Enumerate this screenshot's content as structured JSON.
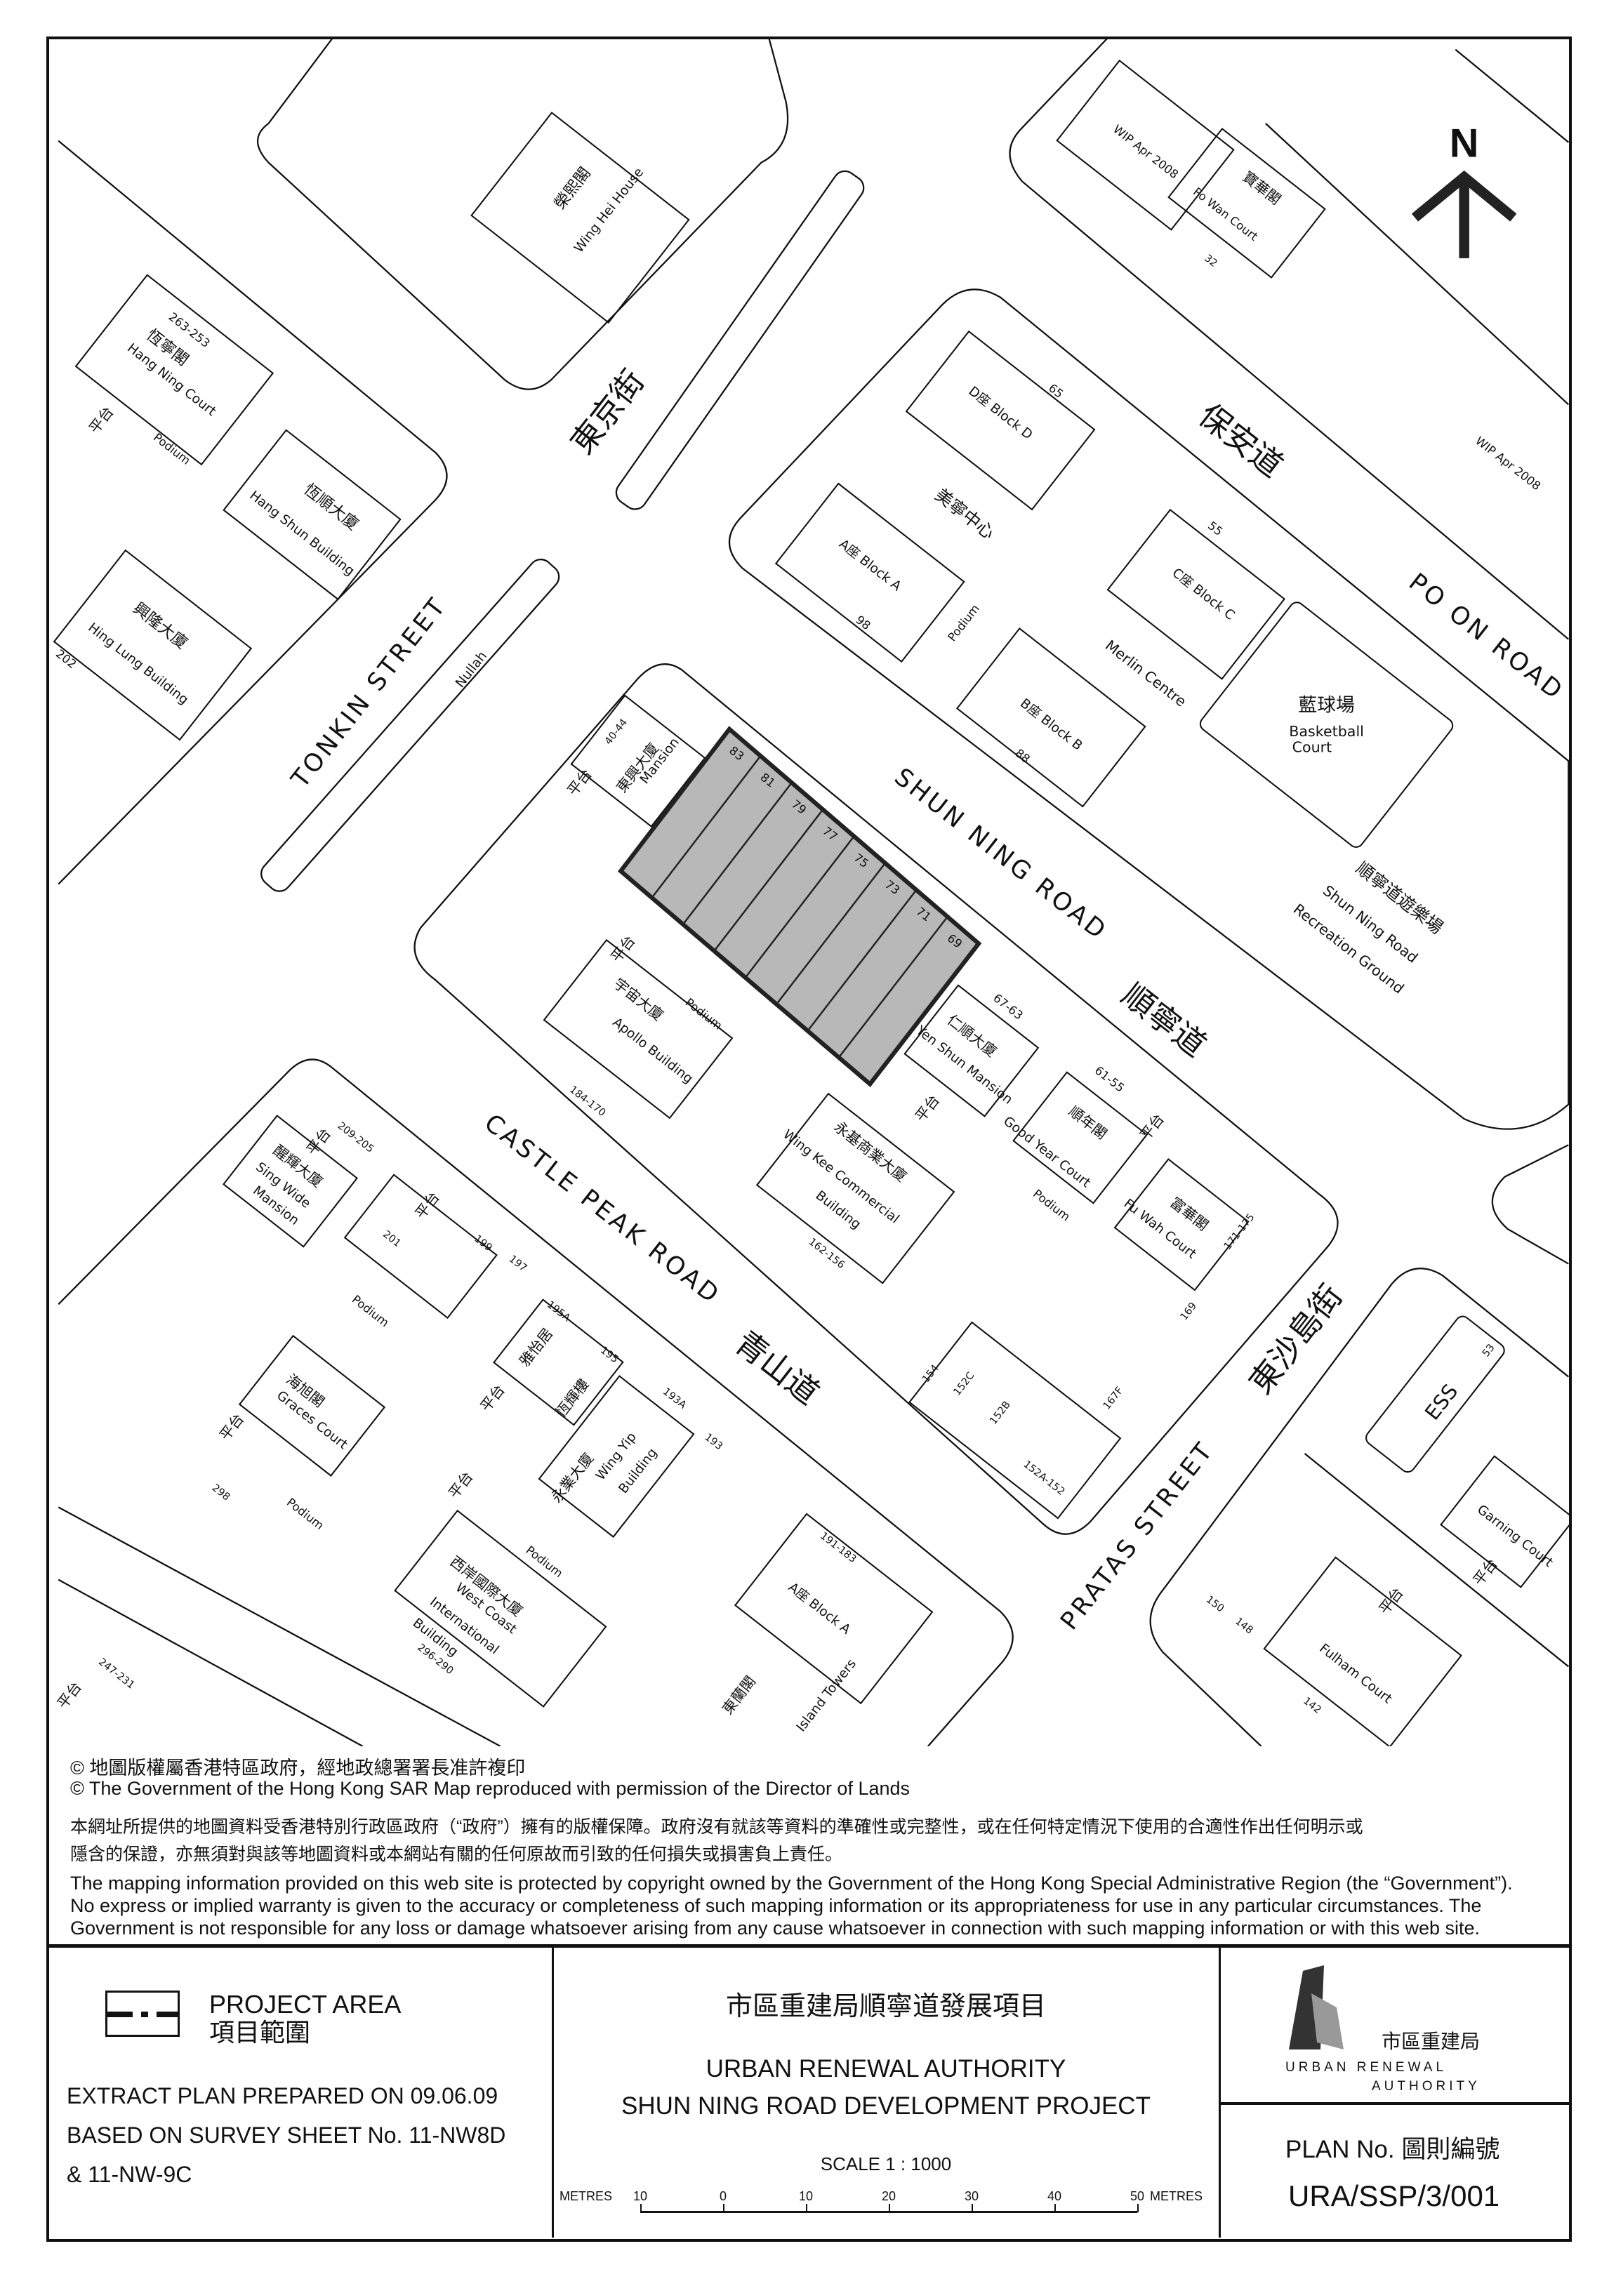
{
  "map": {
    "north_label": "N",
    "streets": {
      "shun_ning_en": "SHUN NING ROAD",
      "shun_ning_zh": "順寧道",
      "castle_peak_en": "CASTLE PEAK ROAD",
      "castle_peak_zh": "青山道",
      "tonkin_en": "TONKIN STREET",
      "tonkin_zh": "東京街",
      "po_on_en": "PO ON ROAD",
      "po_on_zh": "保安道",
      "pratas_en": "PRATAS STREET",
      "pratas_zh": "東沙島街",
      "nullah": "Nullah"
    },
    "project_lots": [
      "83",
      "81",
      "79",
      "77",
      "75",
      "73",
      "71",
      "69"
    ],
    "labels": [
      "榮熙閣",
      "Wing Hei House",
      "263-253",
      "恆寧閣",
      "Hang Ning Court",
      "平台",
      "Podium",
      "恆順大廈",
      "Hang Shun Building",
      "興隆大廈",
      "Hing Lung Building",
      "202",
      "D座 Block D",
      "65",
      "美寧中心",
      "A座 Block A",
      "98",
      "Podium",
      "C座 Block C",
      "55",
      "Merlin Centre",
      "B座 Block B",
      "88",
      "藍球場",
      "Basketball",
      "Court",
      "順寧道遊樂場",
      "Shun Ning Road",
      "Recreation Ground",
      "WIP Apr 2008",
      "WIP Apr 2008",
      "寶華閣",
      "Po Wan Court",
      "32",
      "40-44",
      "東興大廈",
      "Mansion",
      "平台",
      "67-63",
      "仁順大廈",
      "Yen Shun Mansion",
      "平台",
      "61-55",
      "順年閣",
      "Good Year Court",
      "平台",
      "Podium",
      "富華閣",
      "Fu Wah Court",
      "171-175",
      "169",
      "平台",
      "Podium",
      "宇宙大廈",
      "Apollo Building",
      "184-170",
      "永基商業大廈",
      "Wing Kee Commercial",
      "Building",
      "162-156",
      "154",
      "152C",
      "152B",
      "152A-152",
      "167F",
      "209-205",
      "醒輝大廈",
      "Sing Wide",
      "Mansion",
      "平台",
      "201",
      "平台",
      "Podium",
      "199",
      "197",
      "195A",
      "195",
      "雅怡居",
      "恆輝樓",
      "平台",
      "永業大廈",
      "Wing Yip",
      "Building",
      "193A",
      "193",
      "海旭閣",
      "Graces Court",
      "平台",
      "298",
      "Podium",
      "平台",
      "Podium",
      "西岸國際大廈",
      "West Coast",
      "International",
      "Building",
      "296-290",
      "191-183",
      "A座 Block A",
      "東蘭閣",
      "Island Towers",
      "247-231",
      "平台",
      "53",
      "ESS",
      "Garning Court",
      "平台",
      "平台",
      "Fulham Court",
      "150",
      "148",
      "142"
    ]
  },
  "copyright": {
    "zh_line": "© 地圖版權屬香港特區政府，經地政總署署長准許複印",
    "en_line": "© The Government of the Hong Kong SAR Map reproduced with permission of the Director of Lands",
    "zh_disclaimer_1": "本網址所提供的地圖資料受香港特別行政區政府（“政府”）擁有的版權保障。政府沒有就該等資料的準確性或完整性，或在任何特定情況下使用的合適性作出任何明示或",
    "zh_disclaimer_2": "隱含的保證，亦無須對與該等地圖資料或本網站有關的任何原故而引致的任何損失或損害負上責任。",
    "en_disclaimer_1": "The mapping information provided on this web site is protected by copyright owned by the Government of the Hong Kong Special Administrative Region (the “Government”).",
    "en_disclaimer_2": "No express or implied warranty is given to the accuracy or completeness of such mapping information or its appropriateness for use in any particular circumstances. The",
    "en_disclaimer_3": "Government is not responsible for any loss or damage whatsoever arising from any cause whatsoever in connection with such mapping information or with this web site."
  },
  "footer": {
    "legend_en": "PROJECT AREA",
    "legend_zh": "項目範圍",
    "extract": "EXTRACT PLAN PREPARED ON 09.06.09",
    "survey_1": "BASED ON SURVEY SHEET No. 11-NW8D",
    "survey_2": "& 11-NW-9C",
    "title_zh": "市區重建局順寧道發展項目",
    "title_en_1": "URBAN RENEWAL AUTHORITY",
    "title_en_2": "SHUN NING  ROAD DEVELOPMENT PROJECT",
    "scale": "SCALE 1 : 1000",
    "scale_unit": "METRES",
    "scale_ticks": [
      "10",
      "0",
      "10",
      "20",
      "30",
      "40",
      "50"
    ],
    "logo_zh": "市區重建局",
    "logo_en_1": "URBAN RENEWAL",
    "logo_en_2": "AUTHORITY",
    "plan_no_label": "PLAN No. 圖則編號",
    "plan_no": "URA/SSP/3/001"
  }
}
